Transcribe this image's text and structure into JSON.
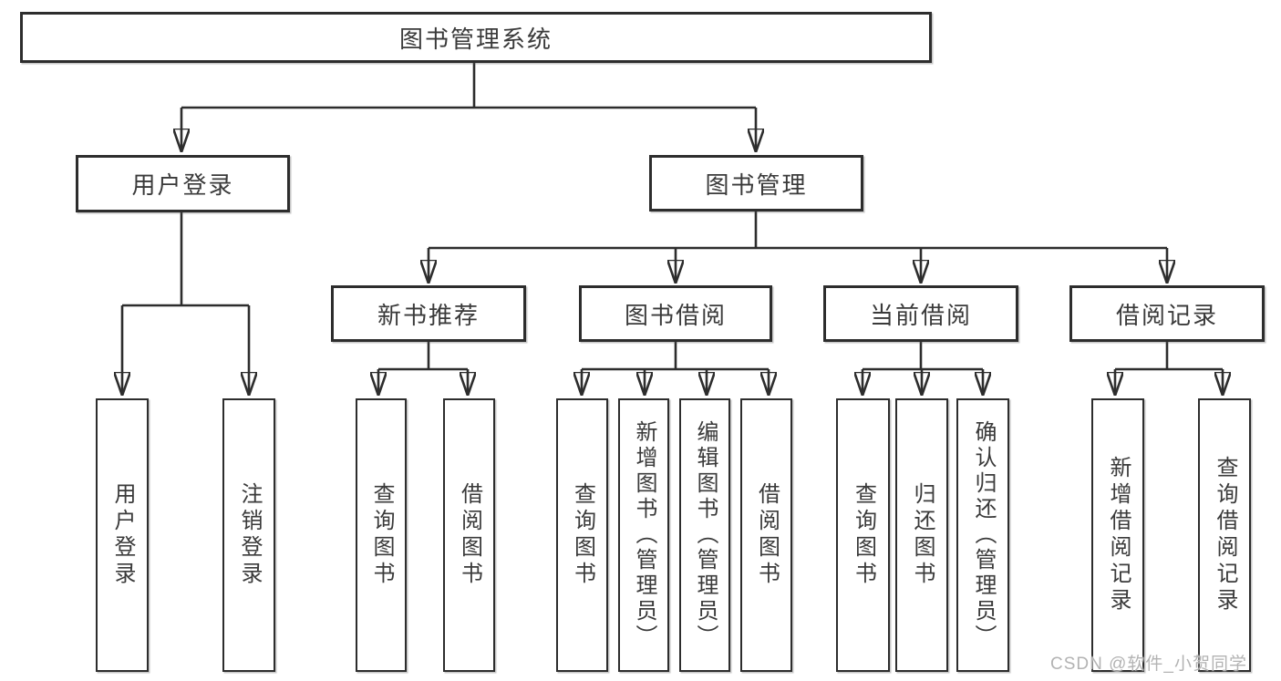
{
  "diagram": {
    "root": {
      "label": "图书管理系统"
    },
    "level1": [
      {
        "label": "用户登录"
      },
      {
        "label": "图书管理"
      }
    ],
    "level2": [
      {
        "label": "新书推荐"
      },
      {
        "label": "图书借阅"
      },
      {
        "label": "当前借阅"
      },
      {
        "label": "借阅记录"
      }
    ],
    "leaves": {
      "user_login": [
        "用户登录",
        "注销登录"
      ],
      "new_book": [
        "查询图书",
        "借阅图书"
      ],
      "book_borrow": [
        "查询图书",
        "新增图书（管理员）",
        "编辑图书（管理员）",
        "借阅图书"
      ],
      "current_borrow": [
        "查询图书",
        "归还图书",
        "确认归还（管理员）"
      ],
      "borrow_records": [
        "新增借阅记录",
        "查询借阅记录"
      ]
    },
    "watermark": "CSDN @软件_小贺同学",
    "colors": {
      "line": "#2d2d2d",
      "text": "#3a3a3a",
      "background": "#ffffff",
      "watermark": "#b3b3b3"
    }
  }
}
